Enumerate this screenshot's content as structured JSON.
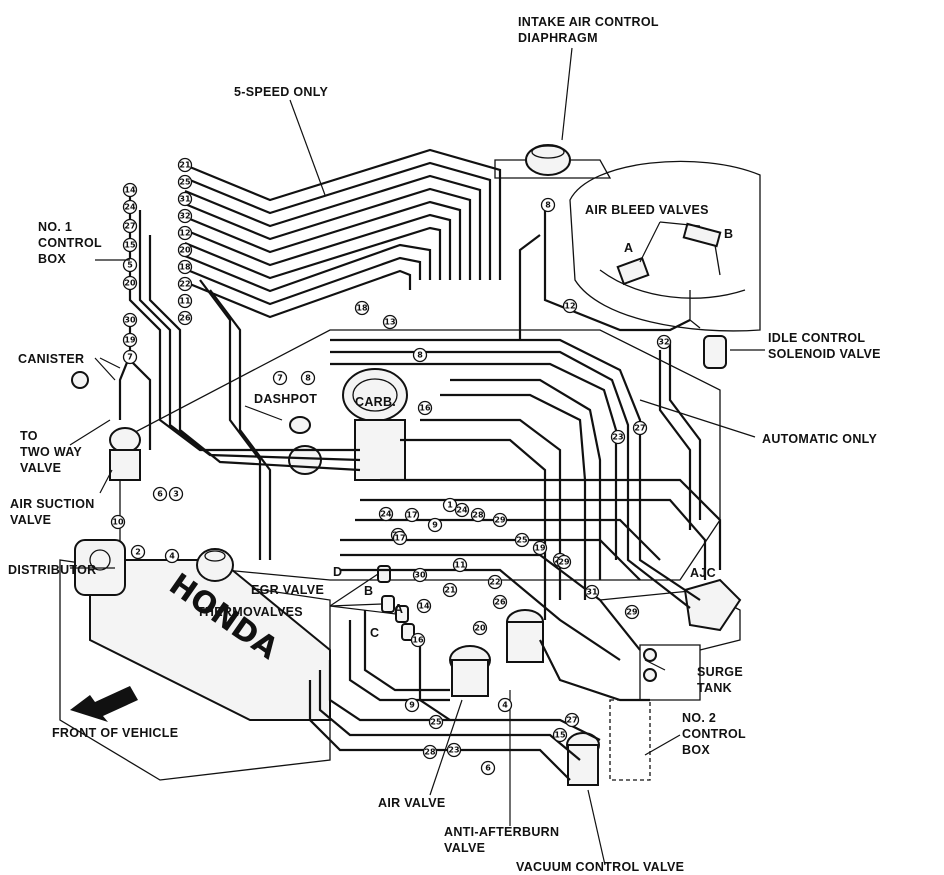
{
  "labels": {
    "speed_only": "5-SPEED ONLY",
    "intake_air_control": "INTAKE AIR CONTROL\nDIAPHRAGM",
    "air_bleed_valves": "AIR BLEED VALVES",
    "valve_a": "A",
    "valve_b": "B",
    "no1_control_box": "NO. 1\nCONTROL\nBOX",
    "idle_control": "IDLE CONTROL\nSOLENOID VALVE",
    "canister": "CANISTER",
    "dashpot": "DASHPOT",
    "carb": "CARB.",
    "automatic_only": "AUTOMATIC ONLY",
    "to_two_way": "TO\nTWO WAY\nVALVE",
    "air_suction": "AIR SUCTION\nVALVE",
    "distributor": "DISTRIBUTOR",
    "egr_valve": "EGR VALVE",
    "thermovalves": "THERMOVALVES",
    "tv_d": "D",
    "tv_b": "B",
    "tv_a": "A",
    "tv_c": "C",
    "ajc": "AJC",
    "surge_tank": "SURGE\nTANK",
    "front_of_vehicle": "FRONT OF VEHICLE",
    "no2_control_box": "NO. 2\nCONTROL\nBOX",
    "air_valve": "AIR VALVE",
    "anti_afterburn": "ANTI-AFTERBURN\nVALVE",
    "vacuum_control": "VACUUM CONTROL VALVE",
    "brand": "HONDA"
  },
  "hose_numbers": [
    "21",
    "25",
    "31",
    "32",
    "12",
    "20",
    "18",
    "22",
    "11",
    "26",
    "14",
    "24",
    "27",
    "15",
    "5",
    "20",
    "30",
    "19",
    "7",
    "8",
    "16",
    "13",
    "18",
    "7",
    "8",
    "8",
    "12",
    "32",
    "27",
    "23",
    "31",
    "29",
    "22",
    "6",
    "3",
    "10",
    "2",
    "4",
    "17",
    "9",
    "28",
    "1",
    "24",
    "28",
    "29",
    "25",
    "19",
    "29",
    "24",
    "17",
    "11",
    "30",
    "21",
    "22",
    "26",
    "20",
    "14",
    "16",
    "9",
    "25",
    "23",
    "28",
    "6",
    "4",
    "15",
    "27"
  ]
}
